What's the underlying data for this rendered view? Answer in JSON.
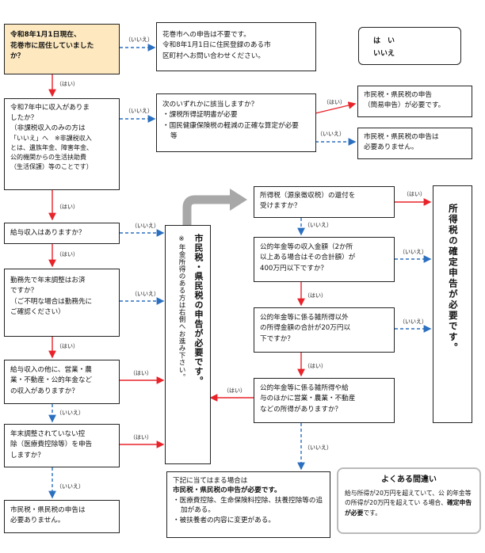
{
  "q_reside": {
    "line1": "令和8年1月1日現在、",
    "line2": "花巻市に居住していました",
    "line3": "か？"
  },
  "ans_not_needed_hanamaki": {
    "line1": "花巻市への申告は不要です。",
    "line2": "令和8年1月1日に住民登録のある市",
    "line3": "区町村へお問い合わせください。"
  },
  "legend": {
    "yes": "は　い",
    "no": "いいえ"
  },
  "q_income": {
    "line1": "令和7年中に収入がありま",
    "line2": "したか？",
    "line3": "（非課税収入のみの方は",
    "line4": "「いいえ」へ　※非課税収入",
    "line5": "とは、遺族年金、障害年金、",
    "line6": "公的機関からの生活扶助費",
    "line7": "（生活保護）等のことです）"
  },
  "q_either": {
    "line1": "次のいずれかに該当しますか？",
    "bullets": [
      "課税所得証明書が必要",
      "国民健康保険税の軽減の正確な算定が必要　等"
    ]
  },
  "ans_simple": {
    "line1": "市民税・県民税の申告",
    "line2": "（簡易申告）が必要です。"
  },
  "ans_not_needed_1": {
    "line1": "市民税・県民税の申告は",
    "line2": "必要ありません。"
  },
  "q_withholding": {
    "line1": "所得税（源泉徴収税）の還付を",
    "line2": "受けますか？"
  },
  "q_salary": {
    "line1": "給与収入はありますか？"
  },
  "q_year_end": {
    "line1": "勤務先で年末調整はお済",
    "line2": "ですか？",
    "line3": "（ご不明な場合は勤務先に",
    "line4": "ご確認ください）"
  },
  "q_other_income": {
    "line1": "給与収入の他に、営業・農",
    "line2": "業・不動産・公的年金など",
    "line3": "の収入がありますか？"
  },
  "q_deduction": {
    "line1": "年末調整されていない控",
    "line2": "除（医療費控除等）を申告",
    "line3": "しますか？"
  },
  "ans_not_needed_2": {
    "line1": "市民税・県民税の申告は",
    "line2": "必要ありません。"
  },
  "center_col": {
    "main": "市民税・県民税の申告が必要です。",
    "note": "※年金所得のある方は右側へお進み下さい。"
  },
  "q_pension_amount": {
    "line1": "公的年金等の収入金額（2か所",
    "line2": "以上ある場合はその合計額）が",
    "line3": "400万円以下ですか？"
  },
  "q_misc_income": {
    "line1": "公的年金等に係る雑所得以外",
    "line2": "の所得金額の合計が20万円以",
    "line3": "下ですか？"
  },
  "q_other_than_pension": {
    "line1": "公的年金等に係る雑所得や給",
    "line2": "与のほかに営業・農業・不動産",
    "line3": "などの所得がありますか？"
  },
  "ans_final_tax": {
    "text": "所得税の確定申告が必要です。"
  },
  "bottom_box": {
    "line1": "下記に当てはまる場合は",
    "line2": "市民税・県民税の申告が必要です。",
    "bullets": [
      "医療費控除、生命保険料控除、扶養控除等の追加がある。",
      "被扶養者の内容に変更がある。"
    ]
  },
  "faq": {
    "title": "よくある間違い",
    "line1": "給与所得が20万円を超えていて、公",
    "line2": "的年金等の所得が20万円を超えてい",
    "line3_pre": "る場合、",
    "line3_bold": "確定申告が必要",
    "line3_post": "です。"
  },
  "labels": {
    "yes": "（はい）",
    "no": "（いいえ）"
  },
  "colors": {
    "yes_arrow": "#e8232a",
    "no_arrow": "#2a6fc0",
    "gray_arrow": "#a0a0a0",
    "highlight": "#fde8bf"
  }
}
